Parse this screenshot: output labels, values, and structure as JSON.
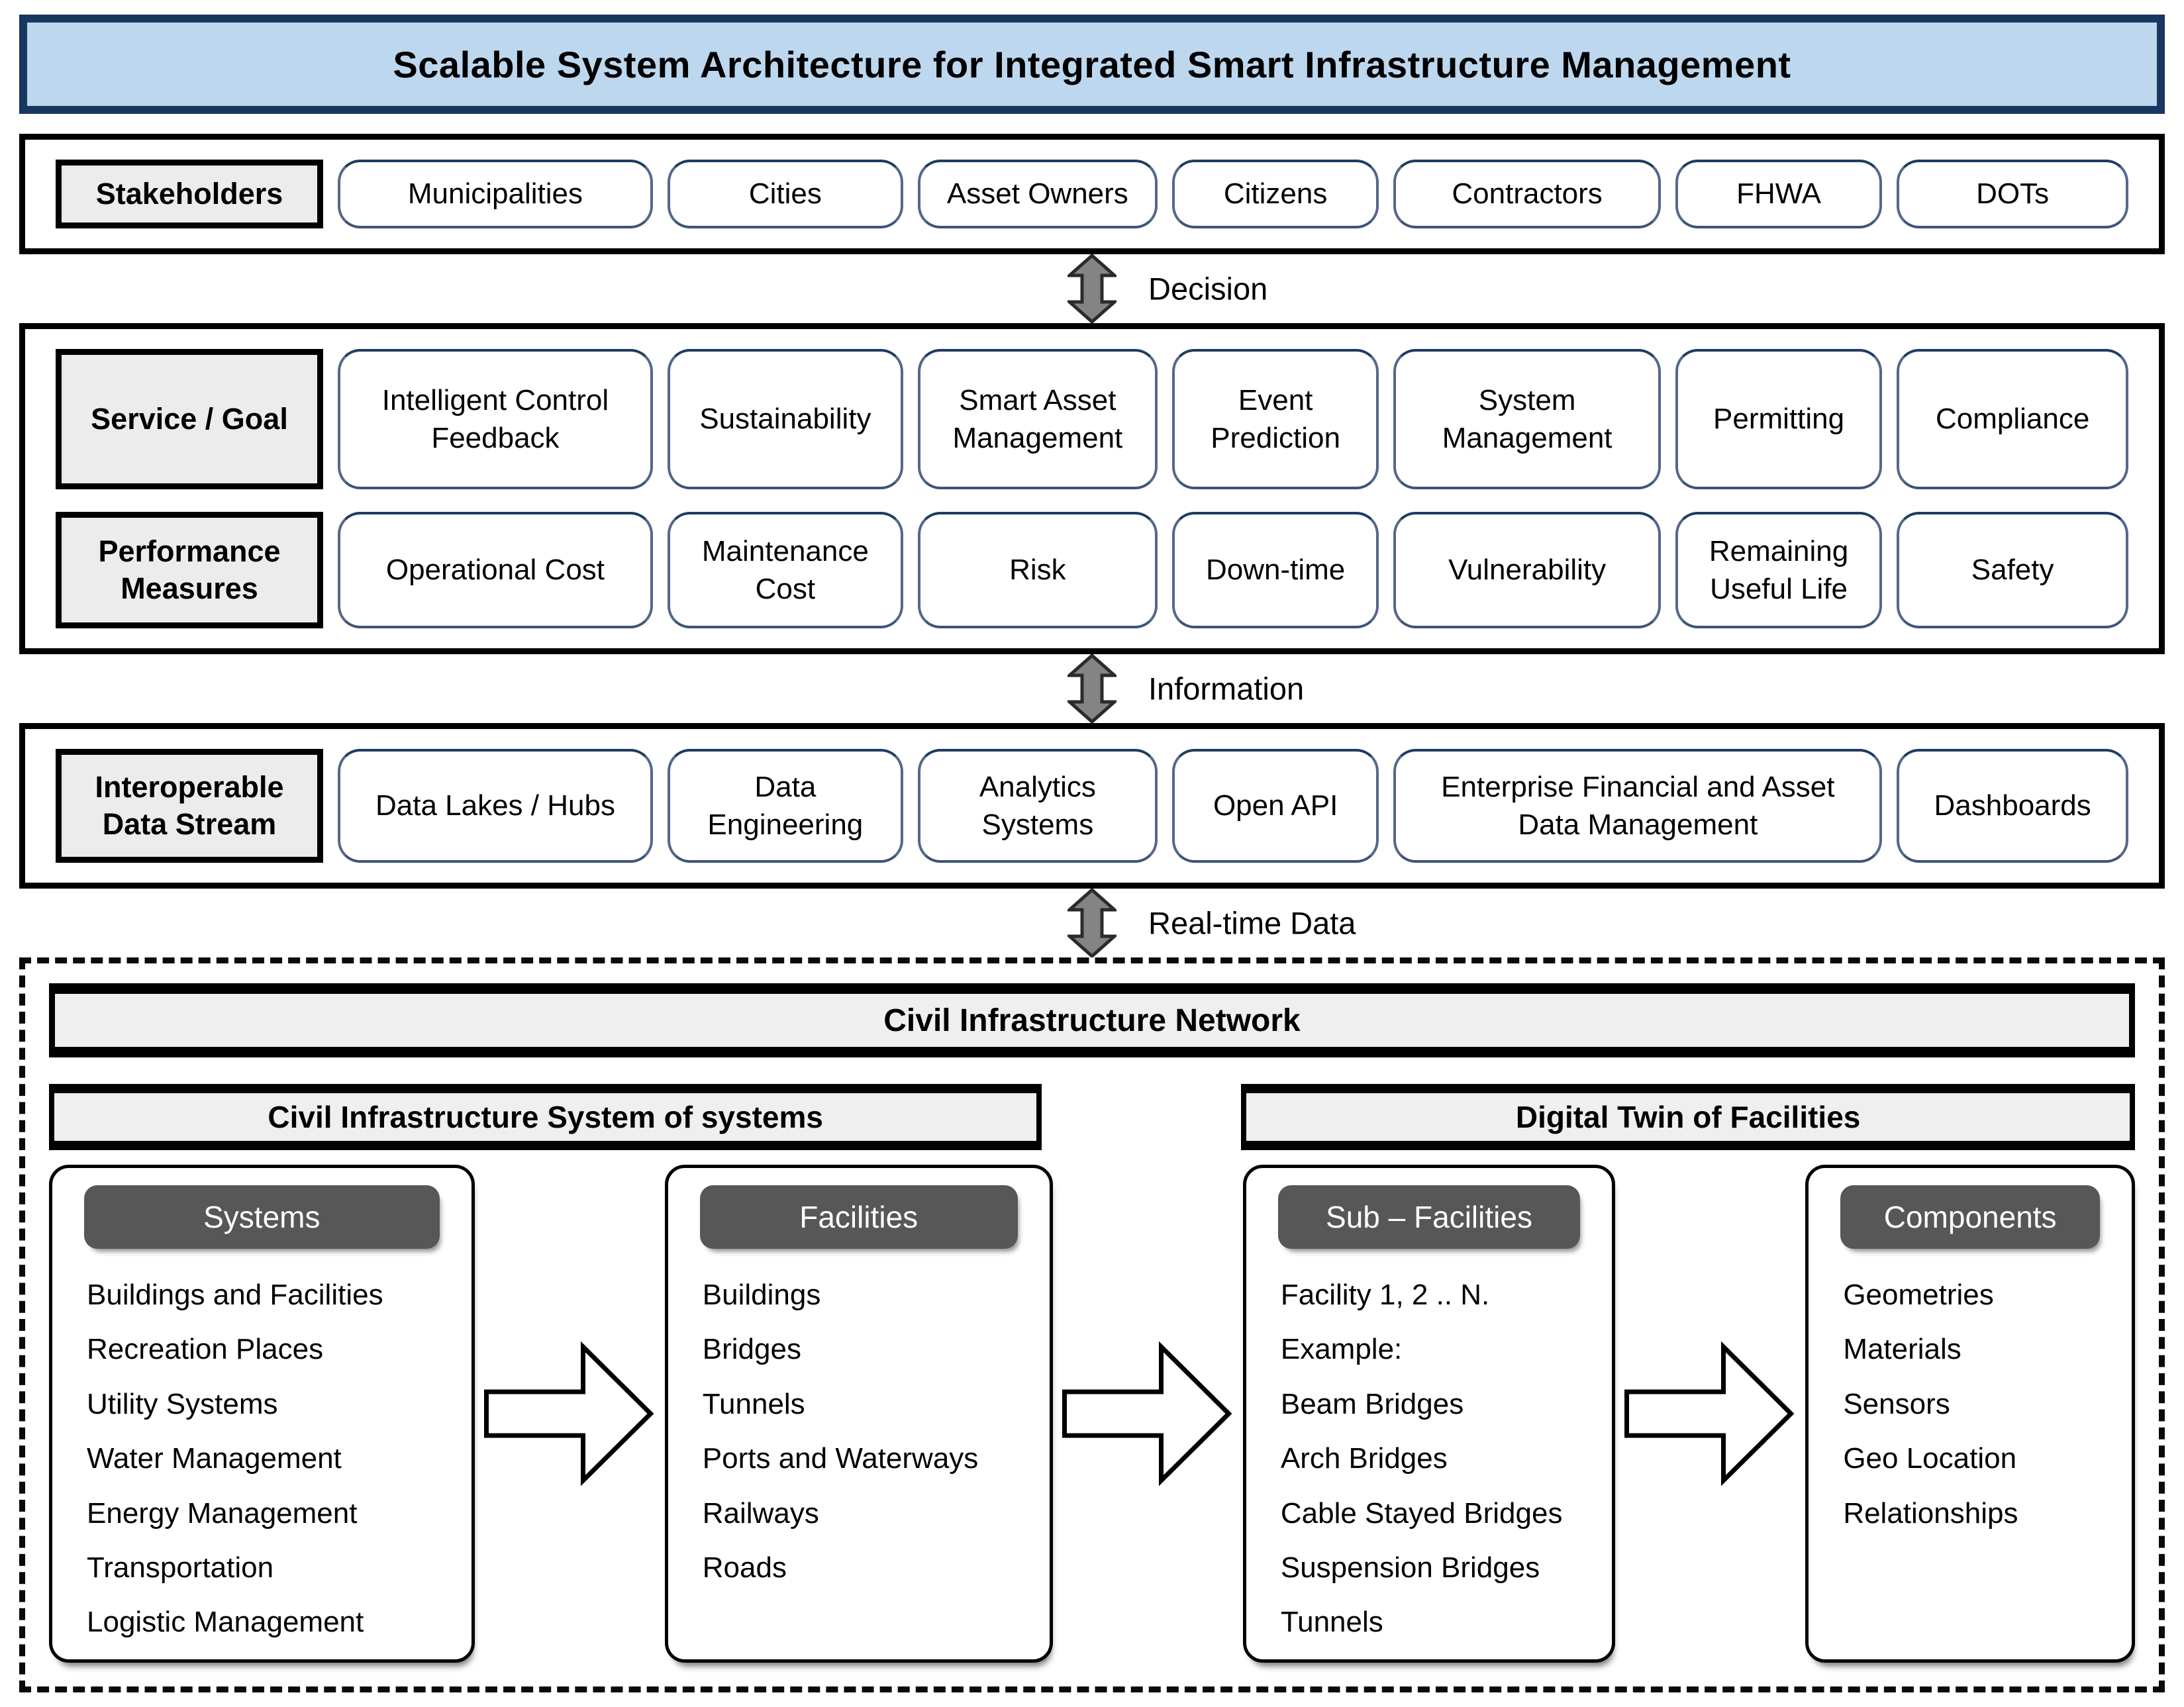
{
  "title": "Scalable System Architecture for Integrated Smart Infrastructure Management",
  "rows": {
    "stakeholders": {
      "label": "Stakeholders",
      "items": [
        "Municipalities",
        "Cities",
        "Asset Owners",
        "Citizens",
        "Contractors",
        "FHWA",
        "DOTs"
      ]
    },
    "service_goal": {
      "label": "Service / Goal",
      "items": [
        "Intelligent Control Feedback",
        "Sustainability",
        "Smart Asset Management",
        "Event Prediction",
        "System Management",
        "Permitting",
        "Compliance"
      ]
    },
    "performance": {
      "label": "Performance Measures",
      "items": [
        "Operational Cost",
        "Maintenance Cost",
        "Risk",
        "Down-time",
        "Vulnerability",
        "Remaining Useful Life",
        "Safety"
      ]
    },
    "data_stream": {
      "label": "Interoperable Data Stream",
      "items": [
        "Data Lakes / Hubs",
        "Data Engineering",
        "Analytics Systems",
        "Open API",
        "Enterprise Financial and Asset Data Management",
        "Dashboards"
      ]
    }
  },
  "connectors": [
    {
      "label": "Decision"
    },
    {
      "label": "Information"
    },
    {
      "label": "Real-time Data"
    }
  ],
  "network": {
    "title": "Civil Infrastructure Network",
    "groups": [
      {
        "title": "Civil Infrastructure System of systems"
      },
      {
        "title": "Digital Twin of Facilities"
      }
    ],
    "boxes": [
      {
        "header": "Systems",
        "items": [
          "Buildings and Facilities",
          "Recreation Places",
          "Utility Systems",
          "Water Management",
          "Energy Management",
          "Transportation",
          "Logistic Management"
        ]
      },
      {
        "header": "Facilities",
        "items": [
          "Buildings",
          "Bridges",
          "Tunnels",
          "Ports and Waterways",
          "Railways",
          "Roads"
        ]
      },
      {
        "header": "Sub – Facilities",
        "items": [
          "Facility 1, 2 .. N.",
          "Example:",
          "Beam Bridges",
          "Arch Bridges",
          "Cable Stayed Bridges",
          "Suspension Bridges",
          "Tunnels"
        ]
      },
      {
        "header": "Components",
        "items": [
          "Geometries",
          "Materials",
          "Sensors",
          "Geo Location",
          "Relationships"
        ]
      }
    ]
  },
  "colors": {
    "title_bg": "#BDD7EE",
    "title_border": "#17375E",
    "pill_border": "#54688A",
    "label_bg": "#ECECEC",
    "bar_bg": "#EFEFEF",
    "dark_header_bg": "#575757",
    "vertical_arrow_fill": "#848484",
    "outline": "#000000"
  }
}
